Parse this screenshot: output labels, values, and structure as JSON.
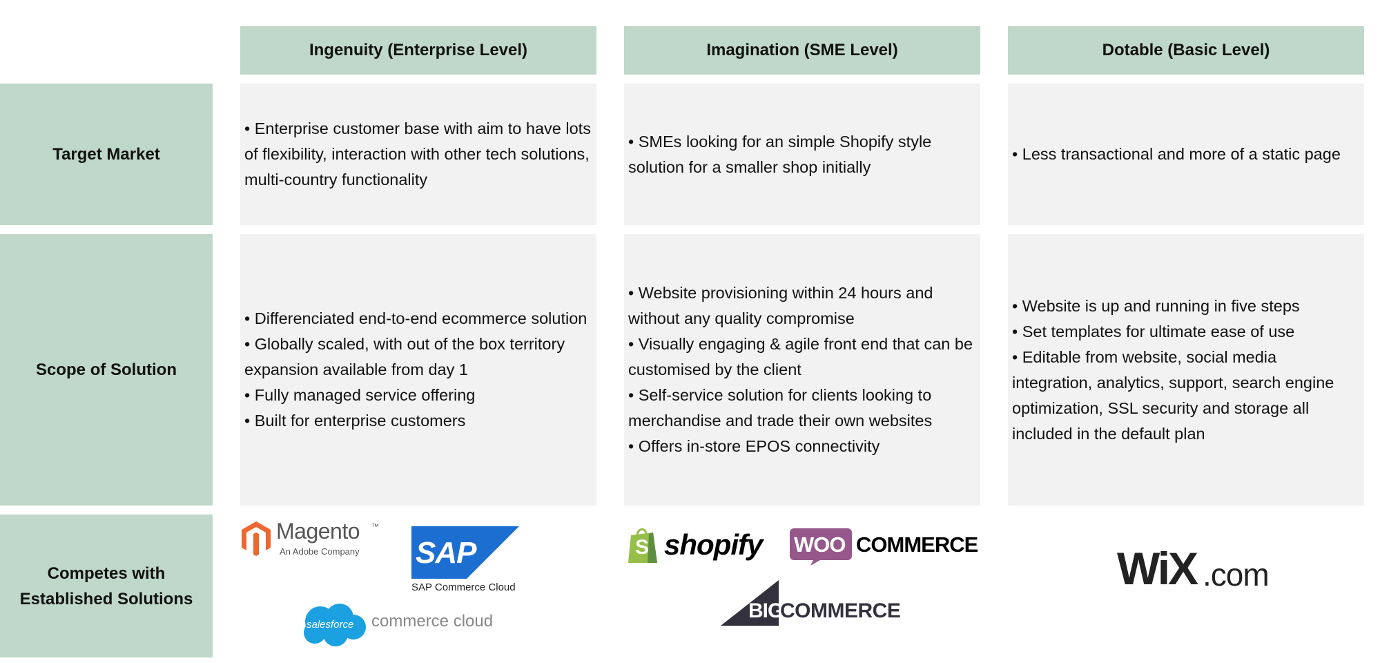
{
  "columns": [
    {
      "title": "Ingenuity (Enterprise Level)"
    },
    {
      "title": "Imagination (SME Level)"
    },
    {
      "title": "Dotable (Basic Level)"
    }
  ],
  "rows": {
    "target": {
      "label": "Target Market",
      "cells": [
        [
          "• Enterprise customer base with aim to have lots of flexibility, interaction with other tech solutions, multi-country functionality"
        ],
        [
          "• SMEs looking for an simple Shopify style solution for a smaller shop initially"
        ],
        [
          "• Less transactional and more of a static page"
        ]
      ]
    },
    "scope": {
      "label": "Scope of Solution",
      "cells": [
        [
          "• Differenciated end-to-end ecommerce solution",
          "• Globally scaled, with out of the box territory expansion available from day 1",
          "• Fully managed service offering",
          "• Built for enterprise customers"
        ],
        [
          "• Website provisioning within 24 hours and without any quality compromise",
          "• Visually engaging & agile front end that can be customised by the client",
          "• Self-service solution for clients looking to merchandise and trade their own websites",
          "• Offers in-store EPOS connectivity"
        ],
        [
          "• Website is up and running in five steps",
          "• Set templates for ultimate ease of use",
          "• Editable from website, social media integration, analytics, support, search engine optimization, SSL security and storage all included in the default plan"
        ]
      ]
    },
    "competes": {
      "label_line1": "Competes with",
      "label_line2": "Established Solutions"
    }
  },
  "logos": {
    "magento": {
      "name": "Magento",
      "tm": "™",
      "sub": "An Adobe Company"
    },
    "sap": {
      "name": "SAP",
      "sub": "SAP Commerce Cloud"
    },
    "salesforce": {
      "badge": "salesforce",
      "name": "commerce cloud"
    },
    "shopify": {
      "letter": "S",
      "name": "shopify"
    },
    "woocommerce": {
      "badge": "WOO",
      "name": "COMMERCE"
    },
    "bigcommerce": {
      "big": "BIG",
      "name": "COMMERCE"
    },
    "wix": {
      "name": "WiX",
      "suffix": ".com"
    }
  },
  "colors": {
    "header_bg": "#bfd8c9",
    "cell_bg": "#f2f2f2",
    "magento_orange": "#ee672f",
    "sap_blue": "#1c6fd1",
    "salesforce_blue": "#1ba0e2",
    "shopify_green": "#95bf47",
    "woo_purple": "#96588a"
  }
}
